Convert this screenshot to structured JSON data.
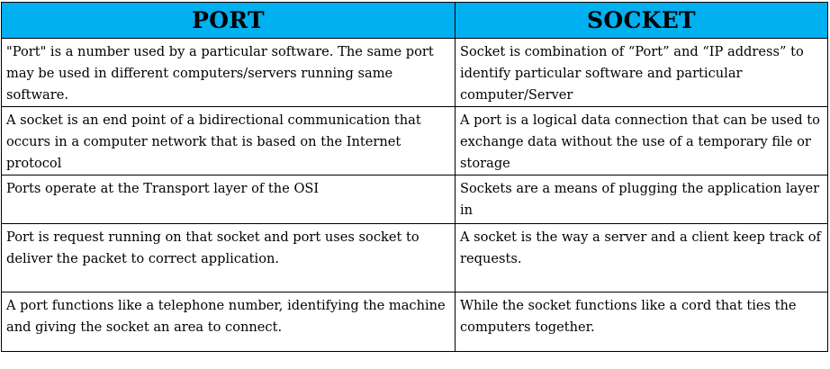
{
  "table": {
    "headers": [
      "PORT",
      "SOCKET"
    ],
    "rows": [
      [
        "\"Port\" is a number used by a particular software. The same port may be used in different computers/servers running same software.",
        "Socket is combination of “Port” and “IP address” to identify particular software and particular computer/Server"
      ],
      [
        "A socket is an end point of a bidirectional communication that occurs in a computer network that is based on the Internet protocol",
        "A port is a logical data connection that can be used to exchange data without the use of a temporary file or storage"
      ],
      [
        "Ports operate at the Transport layer of the OSI",
        "Sockets are a means of plugging the application layer in"
      ],
      [
        "Port is request running on that socket and port uses socket to deliver the packet to correct application.",
        "A socket is the way a server and a client keep track of requests."
      ],
      [
        "A port functions like a telephone number, identifying the machine and giving the socket an area to connect.",
        "While the socket functions like a cord that ties the computers together."
      ]
    ]
  },
  "colors": {
    "header_background": "#00b0f0",
    "border": "#000000",
    "text": "#000000"
  }
}
